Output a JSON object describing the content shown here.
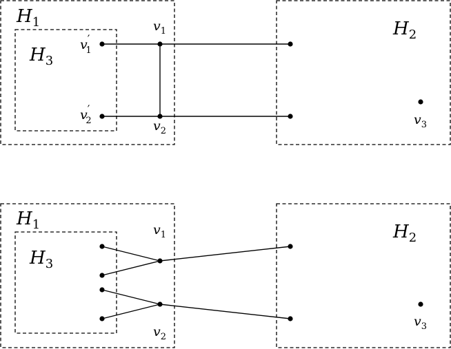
{
  "top": {
    "labels": {
      "H1": {
        "base": "H",
        "sub": "1"
      },
      "H3": {
        "base": "H",
        "sub": "3"
      },
      "H2": {
        "base": "H",
        "sub": "2"
      },
      "v1prime": {
        "base": "v",
        "sup": "′",
        "sub": "1"
      },
      "v2prime": {
        "base": "v",
        "sup": "′",
        "sub": "2"
      },
      "v1": {
        "base": "v",
        "sub": "1"
      },
      "v2": {
        "base": "v",
        "sub": "2"
      },
      "v3": {
        "base": "v",
        "sub": "3"
      }
    }
  },
  "bottom": {
    "labels": {
      "H1": {
        "base": "H",
        "sub": "1"
      },
      "H3": {
        "base": "H",
        "sub": "3"
      },
      "H2": {
        "base": "H",
        "sub": "2"
      },
      "v1": {
        "base": "v",
        "sub": "1"
      },
      "v2": {
        "base": "v",
        "sub": "2"
      },
      "v3": {
        "base": "v",
        "sub": "3"
      }
    }
  }
}
